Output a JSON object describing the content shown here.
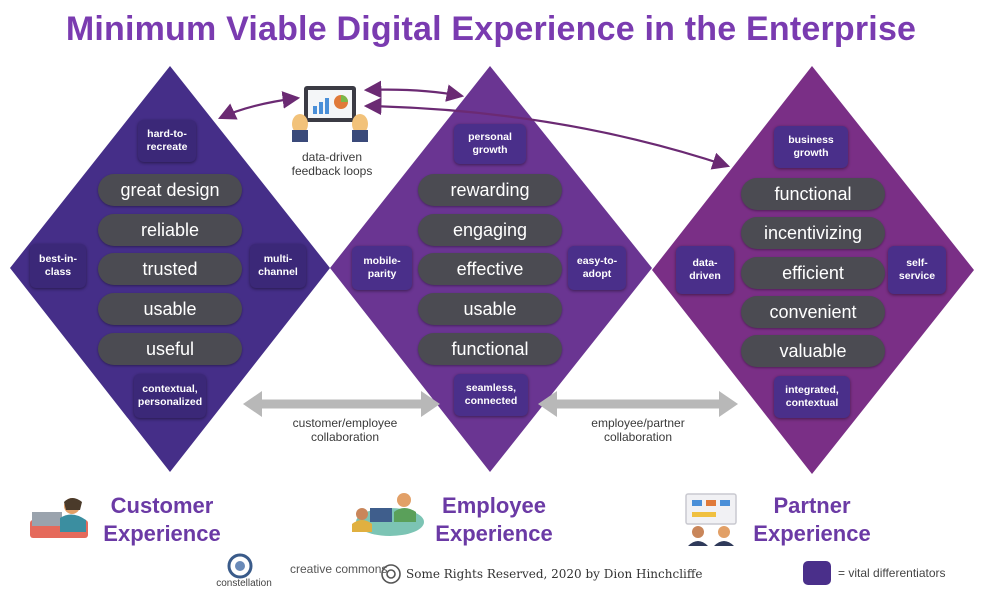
{
  "title": "Minimum Viable Digital Experience in the Enterprise",
  "colors": {
    "title": "#7a3bb0",
    "customer": "#452e88",
    "employee": "#6a3592",
    "partner": "#7a2f86",
    "pill": "#4b4b52",
    "arrow_gray": "#b8b8b8",
    "arrow_purple": "#6b2a73"
  },
  "customer": {
    "heading_line1": "Customer",
    "heading_line2": "Experience",
    "pills": [
      "great design",
      "reliable",
      "trusted",
      "usable",
      "useful"
    ],
    "top": "hard-to-recreate",
    "left": "best-in-class",
    "right": "multi-channel",
    "bottom": "contextual, personalized",
    "icon": "person-at-laptop-icon"
  },
  "employee": {
    "heading_line1": "Employee",
    "heading_line2": "Experience",
    "pills": [
      "rewarding",
      "engaging",
      "effective",
      "usable",
      "functional"
    ],
    "top": "personal growth",
    "left": "mobile-parity",
    "right": "easy-to-adopt",
    "bottom": "seamless, connected",
    "icon": "team-collaboration-icon"
  },
  "partner": {
    "heading_line1": "Partner",
    "heading_line2": "Experience",
    "pills": [
      "functional",
      "incentivizing",
      "efficient",
      "convenient",
      "valuable"
    ],
    "top": "business growth",
    "left": "data-driven",
    "right": "self-service",
    "bottom": "integrated, contextual",
    "icon": "presentation-board-icon"
  },
  "feedback": {
    "line1": "data-driven",
    "line2": "feedback loops",
    "icon": "tablet-chart-icon"
  },
  "collab_left": {
    "line1": "customer/employee",
    "line2": "collaboration"
  },
  "collab_right": {
    "line1": "employee/partner",
    "line2": "collaboration"
  },
  "footer": {
    "brand": "constellation",
    "license": "creative commons",
    "rights": "Some Rights Reserved, 2020 by Dion Hinchcliffe",
    "legend": "= vital differentiators"
  }
}
